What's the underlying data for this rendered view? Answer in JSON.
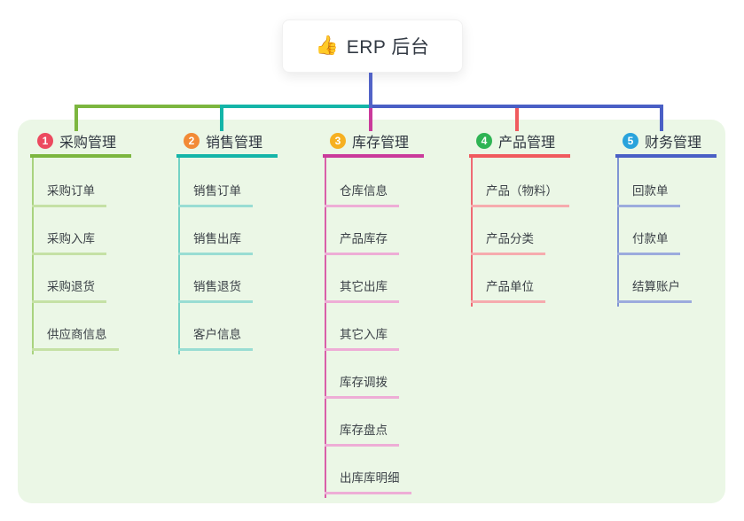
{
  "root": {
    "icon": "👍",
    "title": "ERP 后台"
  },
  "colors": {
    "page_bg": "#ffffff",
    "panel_bg": "#ebf7e6",
    "trunk": "#5263c7",
    "root_text": "#333a44",
    "child_text": "#3c4248"
  },
  "branches": [
    {
      "index": "1",
      "title": "采购管理",
      "badge_color": "#ec4a5f",
      "line_color": "#7cb63f",
      "child_line_v": "#a9d37f",
      "child_line_h": "#c5e1a5",
      "children": [
        "采购订单",
        "采购入库",
        "采购退货",
        "供应商信息"
      ]
    },
    {
      "index": "2",
      "title": "销售管理",
      "badge_color": "#f28a36",
      "line_color": "#14b5a8",
      "child_line_v": "#74d2c5",
      "child_line_h": "#99ddd3",
      "children": [
        "销售订单",
        "销售出库",
        "销售退货",
        "客户信息"
      ]
    },
    {
      "index": "3",
      "title": "库存管理",
      "badge_color": "#f6b021",
      "line_color": "#ca3a9b",
      "child_line_v": "#d95fa9",
      "child_line_h": "#eeadd6",
      "children": [
        "仓库信息",
        "产品库存",
        "其它出库",
        "其它入库",
        "库存调拨",
        "库存盘点",
        "出库库明细"
      ]
    },
    {
      "index": "4",
      "title": "产品管理",
      "badge_color": "#2fb454",
      "line_color": "#f05a5e",
      "child_line_v": "#ef6a74",
      "child_line_h": "#f6abae",
      "children": [
        "产品（物料）",
        "产品分类",
        "产品单位"
      ]
    },
    {
      "index": "5",
      "title": "财务管理",
      "badge_color": "#29a3dc",
      "line_color": "#4a5fc5",
      "child_line_v": "#8095d4",
      "child_line_h": "#9cabdd",
      "children": [
        "回款单",
        "付款单",
        "结算账户"
      ]
    }
  ]
}
